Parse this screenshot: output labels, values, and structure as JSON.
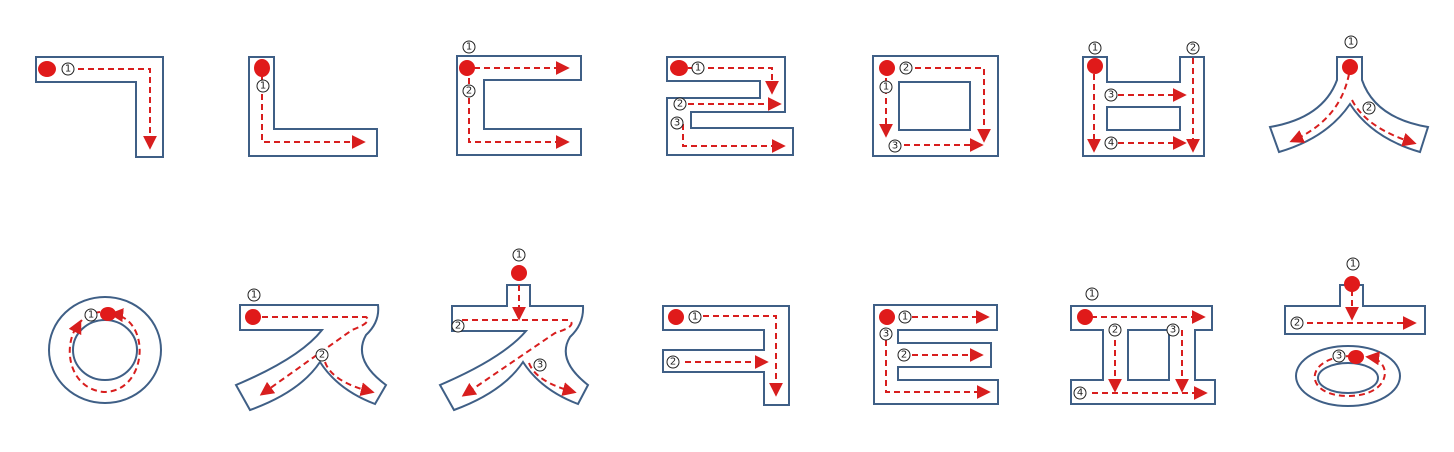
{
  "colors": {
    "outline": "#3f5f86",
    "stroke_path": "#d81e1e",
    "start_dot": "#e01a1a",
    "background": "#ffffff"
  },
  "letters": [
    {
      "id": "giyeok",
      "labels": [
        "1"
      ]
    },
    {
      "id": "nieun",
      "labels": [
        "1"
      ]
    },
    {
      "id": "digeut",
      "labels": [
        "1",
        "2"
      ]
    },
    {
      "id": "rieul",
      "labels": [
        "1",
        "2",
        "3"
      ]
    },
    {
      "id": "mieum",
      "labels": [
        "1",
        "2",
        "3"
      ]
    },
    {
      "id": "bieup",
      "labels": [
        "1",
        "2",
        "3",
        "4"
      ]
    },
    {
      "id": "siot",
      "labels": [
        "1",
        "2"
      ]
    },
    {
      "id": "ieung",
      "labels": [
        "1"
      ]
    },
    {
      "id": "jieut",
      "labels": [
        "1",
        "2"
      ]
    },
    {
      "id": "chieut",
      "labels": [
        "1",
        "2",
        "3"
      ]
    },
    {
      "id": "kieuk",
      "labels": [
        "1",
        "2"
      ]
    },
    {
      "id": "tieut",
      "labels": [
        "1",
        "2",
        "3"
      ]
    },
    {
      "id": "pieup",
      "labels": [
        "1",
        "2",
        "3",
        "4"
      ]
    },
    {
      "id": "hieut",
      "labels": [
        "1",
        "2",
        "3"
      ]
    }
  ]
}
